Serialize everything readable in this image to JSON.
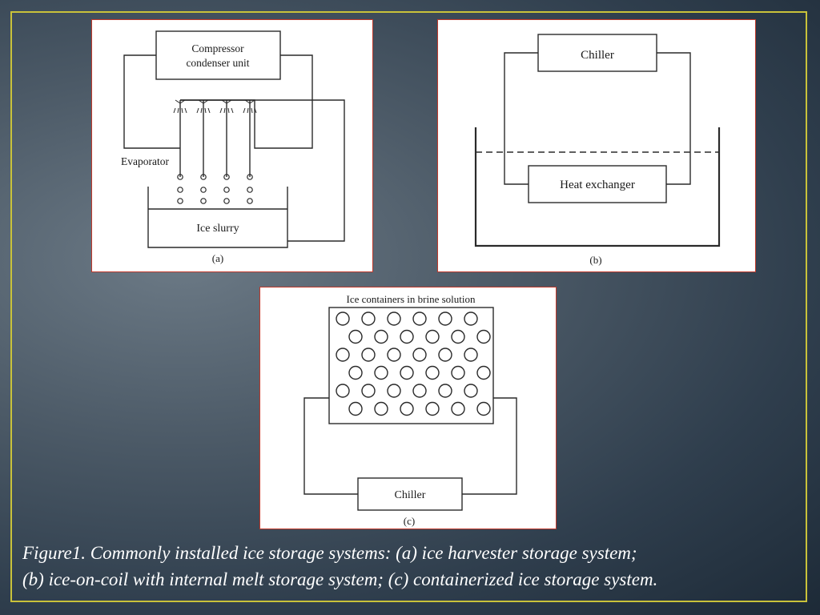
{
  "panel_a": {
    "unit_label_line1": "Compressor",
    "unit_label_line2": "condenser unit",
    "evaporator_label": "Evaporator",
    "tank_label": "Ice slurry",
    "sub_label": "(a)"
  },
  "panel_b": {
    "chiller_label": "Chiller",
    "exchanger_label": "Heat exchanger",
    "sub_label": "(b)"
  },
  "panel_c": {
    "title": "Ice containers in brine solution",
    "chiller_label": "Chiller",
    "sub_label": "(c)"
  },
  "caption": {
    "line1": "Figure1. Commonly installed ice storage systems: (a) ice harvester storage system;",
    "line2": "(b) ice-on-coil with internal melt storage system; (c) containerized ice storage  system."
  },
  "colors": {
    "frame": "#c9c23a",
    "panel_border": "#c0392b",
    "line": "#2a2a2a",
    "caption_text": "#ffffff"
  }
}
